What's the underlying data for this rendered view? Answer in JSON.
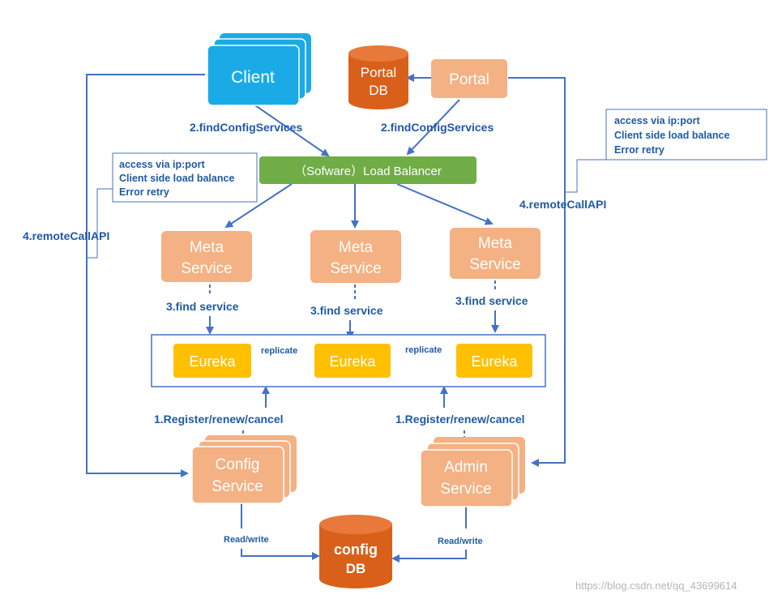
{
  "nodes": {
    "client": "Client",
    "portal": "Portal",
    "portal_db": [
      "Portal",
      "DB"
    ],
    "load_balancer": "（Sofware）Load Balancer",
    "meta_service_left": [
      "Meta",
      "Service"
    ],
    "meta_service_center": [
      "Meta",
      "Service"
    ],
    "meta_service_right": [
      "Meta",
      "Service"
    ],
    "eureka_left": "Eureka",
    "eureka_center": "Eureka",
    "eureka_right": "Eureka",
    "config_service": [
      "Config",
      "Service"
    ],
    "admin_service": [
      "Admin",
      "Service"
    ],
    "config_db": [
      "config",
      "DB"
    ]
  },
  "edge_labels": {
    "find_config_client": "2.findConfigServices",
    "find_config_portal": "2.findConfigServices",
    "remote_call_left": "4.remoteCallAPI",
    "remote_call_right": "4.remoteCallAPI",
    "find_service_left": "3.find service",
    "find_service_center": "3.find service",
    "find_service_right": "3.find service",
    "replicate_left": "replicate",
    "replicate_right": "replicate",
    "register_left": "1.Register/renew/cancel",
    "register_right": "1.Register/renew/cancel",
    "read_write_left": "Read/write",
    "read_write_right": "Read/write"
  },
  "notes": {
    "left": [
      "access via ip:port",
      "Client side load balance",
      "Error retry"
    ],
    "right": [
      "access via ip:port",
      "Client side load balance",
      "Error retry"
    ]
  },
  "watermark": "https://blog.csdn.net/qq_43699614",
  "colors": {
    "client": "#1aabe6",
    "portal": "#f4b183",
    "service": "#f4b183",
    "database": "#d9601a",
    "load_balancer": "#70ad47",
    "eureka": "#ffc000",
    "arrow": "#4472c4",
    "label": "#1f5aa6"
  }
}
